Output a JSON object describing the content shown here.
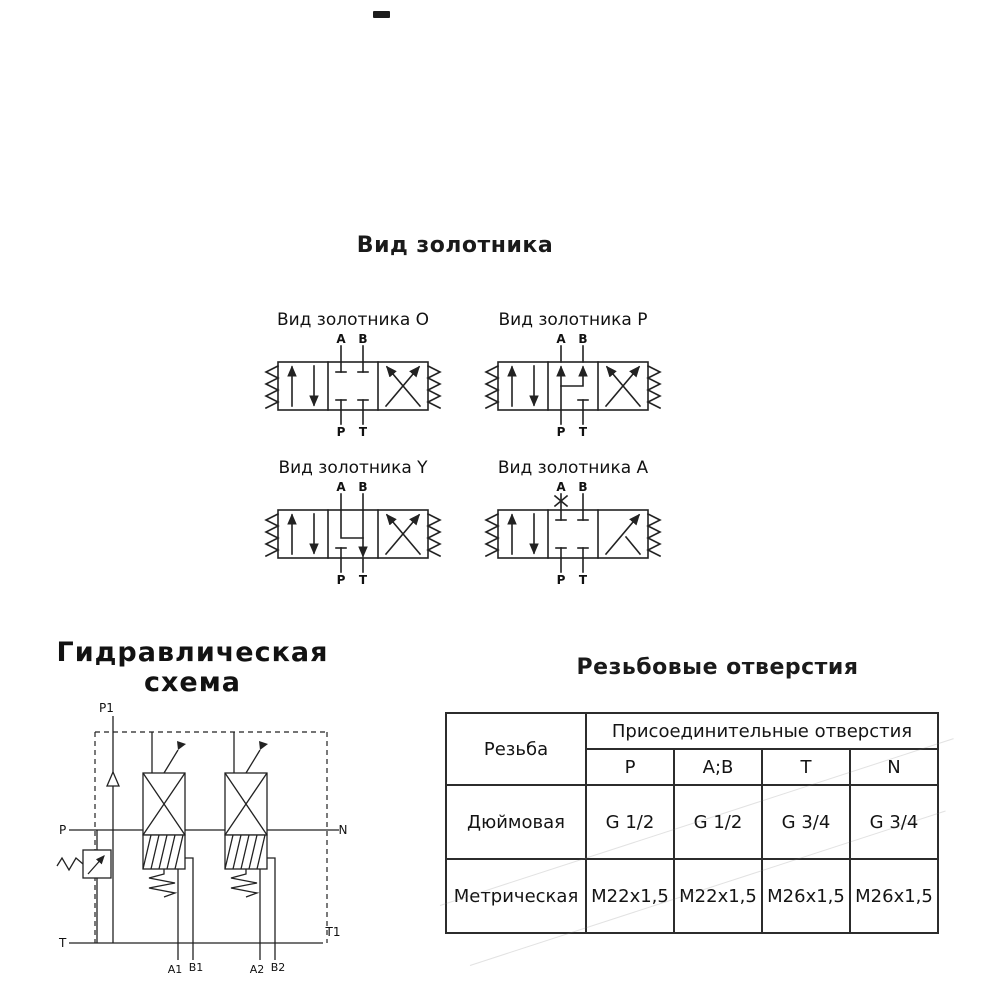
{
  "header": {
    "logo_mark": "—"
  },
  "spool": {
    "title": "Вид золотника",
    "port_labels": {
      "a": "A",
      "b": "B",
      "p": "P",
      "t": "T"
    },
    "valves": [
      {
        "id": "O",
        "title": "Вид золотника O"
      },
      {
        "id": "P",
        "title": "Вид золотника P"
      },
      {
        "id": "Y",
        "title": "Вид золотника Y"
      },
      {
        "id": "A",
        "title": "Вид золотника A"
      }
    ]
  },
  "hydraulic": {
    "title_line1": "Гидравлическая",
    "title_line2": "схема",
    "labels": {
      "p1": "P1",
      "p": "P",
      "n": "N",
      "t": "T",
      "t1": "T1",
      "a1": "A1",
      "b1": "B1",
      "a2": "A2",
      "b2": "B2"
    }
  },
  "threads": {
    "title": "Резьбовые отверстия",
    "col_thread": "Резьба",
    "col_holes": "Присоединительные отверстия",
    "ports": [
      "P",
      "A;B",
      "T",
      "N"
    ],
    "rows": [
      {
        "name": "Дюймовая",
        "values": [
          "G 1/2",
          "G 1/2",
          "G 3/4",
          "G 3/4"
        ]
      },
      {
        "name": "Метрическая",
        "values": [
          "M22x1,5",
          "M22x1,5",
          "M26x1,5",
          "M26x1,5"
        ]
      }
    ]
  }
}
